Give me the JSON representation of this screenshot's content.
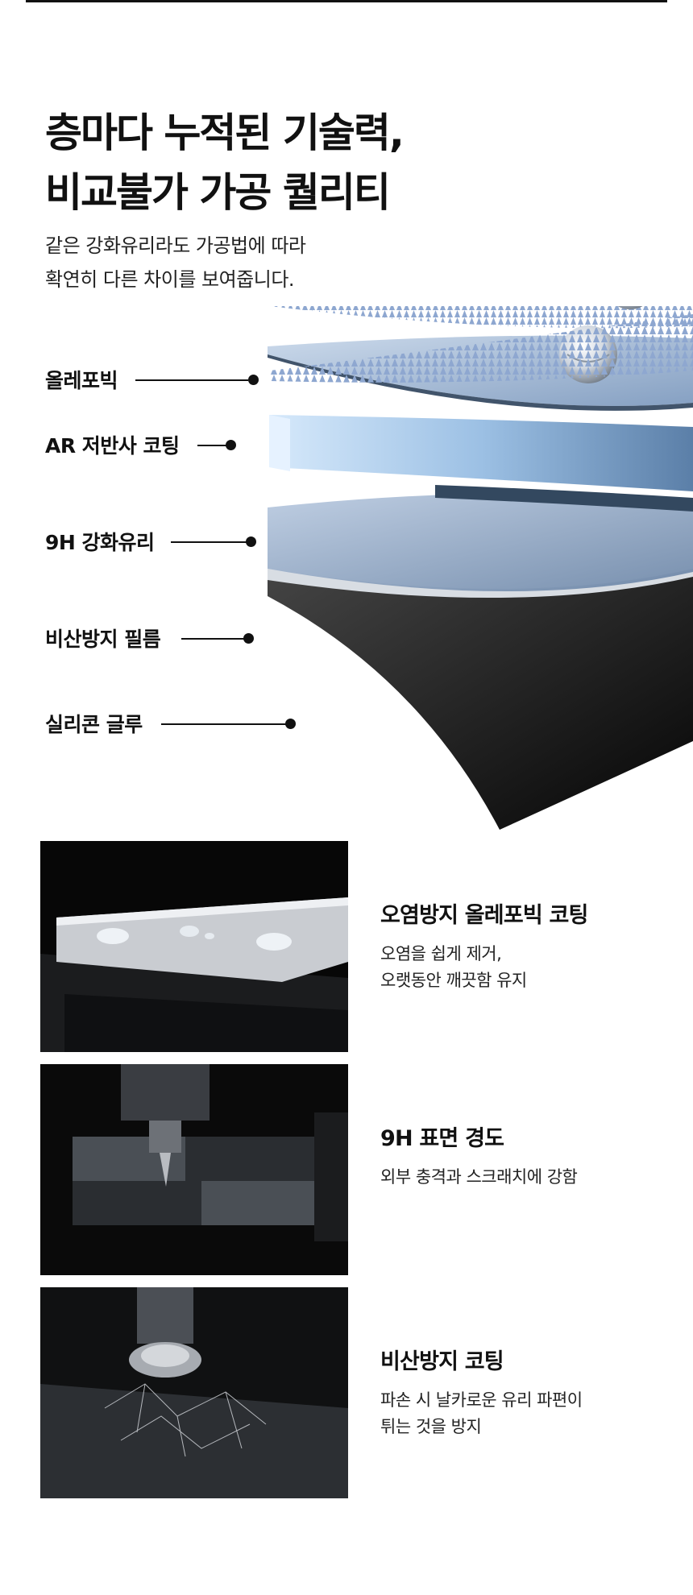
{
  "header": {
    "title_line1": "층마다 누적된 기술력,",
    "title_line2": "비교불가 가공 퀄리티",
    "subtitle_line1": "같은 강화유리라도 가공법에 따라",
    "subtitle_line2": "확연히 다른 차이를 보여줍니다."
  },
  "layers": [
    {
      "label": "올레포빅"
    },
    {
      "label": "AR 저반사 코팅"
    },
    {
      "label": "9H 강화유리"
    },
    {
      "label": "비산방지 필름"
    },
    {
      "label": "실리콘 글루"
    }
  ],
  "features": [
    {
      "title": "오염방지 올레포빅 코팅",
      "desc_line1": "오염을 쉽게 제거,",
      "desc_line2": "오랫동안 깨끗함 유지",
      "image": "water-droplets-on-glass"
    },
    {
      "title": "9H 표면 경도",
      "desc_line1": "외부 충격과 스크래치에 강함",
      "desc_line2": "",
      "image": "drill-point-on-glass"
    },
    {
      "title": "비산방지 코팅",
      "desc_line1": "파손 시 날카로운 유리 파편이",
      "desc_line2": "튀는 것을 방지",
      "image": "shattered-glass-under-press"
    }
  ],
  "colors": {
    "text": "#111111",
    "glass_blue": "#9fb8d6",
    "dark": "#0b0b0c"
  }
}
